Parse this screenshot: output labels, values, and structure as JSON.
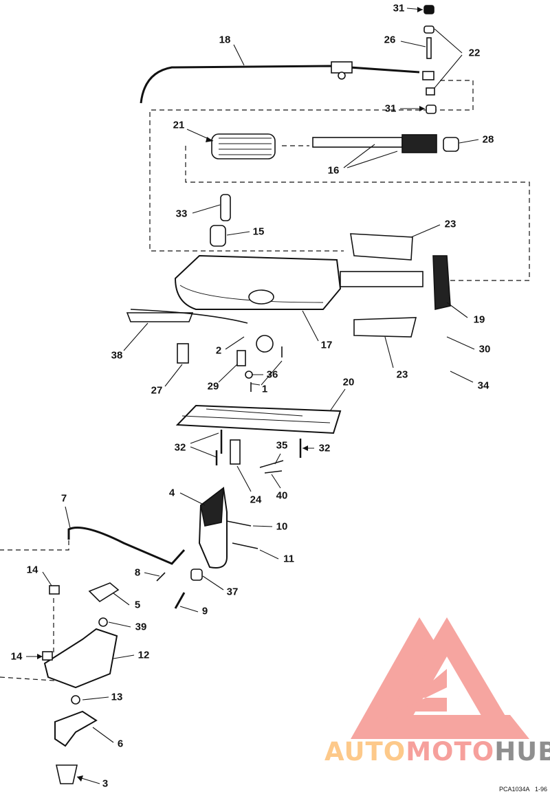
{
  "figure_code": "PCA1034A",
  "figure_date": "1-96",
  "logo": {
    "part1": "AUTO",
    "part2": "MOTO",
    "part3": "HUB",
    "colors": {
      "auto": "#fdc98a",
      "moto": "#f6a09c",
      "hub": "#8f8f8f",
      "mark": "#f6a5a0"
    }
  },
  "callouts": [
    "31",
    "26",
    "22",
    "18",
    "31",
    "21",
    "28",
    "16",
    "33",
    "15",
    "23",
    "19",
    "30",
    "17",
    "2",
    "38",
    "36",
    "29",
    "1",
    "27",
    "23",
    "34",
    "20",
    "32",
    "32",
    "35",
    "24",
    "40",
    "4",
    "7",
    "10",
    "11",
    "8",
    "37",
    "14",
    "5",
    "9",
    "39",
    "14",
    "12",
    "13",
    "6",
    "3"
  ]
}
